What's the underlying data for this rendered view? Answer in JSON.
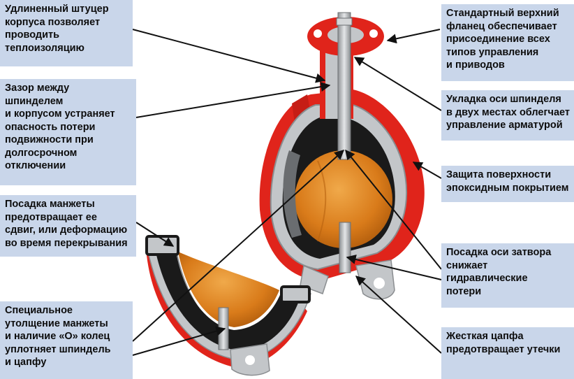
{
  "callouts": {
    "left_1": "Удлиненный штуцер\nкорпуса позволяет\nпроводить\nтеплоизоляцию",
    "left_2": "Зазор между\nшпинделем\nи корпусом устраняет\nопасность потери\nподвижности при\nдолгосрочном\nотключении",
    "left_3": "Посадка манжеты\nпредотвращает ее\nсдвиг, или деформацию\nво время перекрывания",
    "left_4": "Специальное\nутолщение манжеты\nи наличие «О» колец\nуплотняет шпиндель\nи цапфу",
    "right_1": "Стандартный верхний\nфланец обеспечивает\nприсоединение всех\nтипов управления\nи приводов",
    "right_2": "Укладка оси шпинделя\nв двух местах облегчает\nуправление арматурой",
    "right_3": "Защита поверхности\nэпоксидным покрытием",
    "right_4": "Посадка оси затвора\nснижает\nгидравлические\nпотери",
    "right_5": "Жесткая цапфа\nпредотвращает утечки"
  },
  "colors": {
    "callout_bg": "#c9d6ea",
    "body_red": "#e0241b",
    "metal_gray": "#b9bcbf",
    "liner_black": "#1a1a1a",
    "disc_orange": "#e0821e",
    "leader_line": "#111111"
  }
}
